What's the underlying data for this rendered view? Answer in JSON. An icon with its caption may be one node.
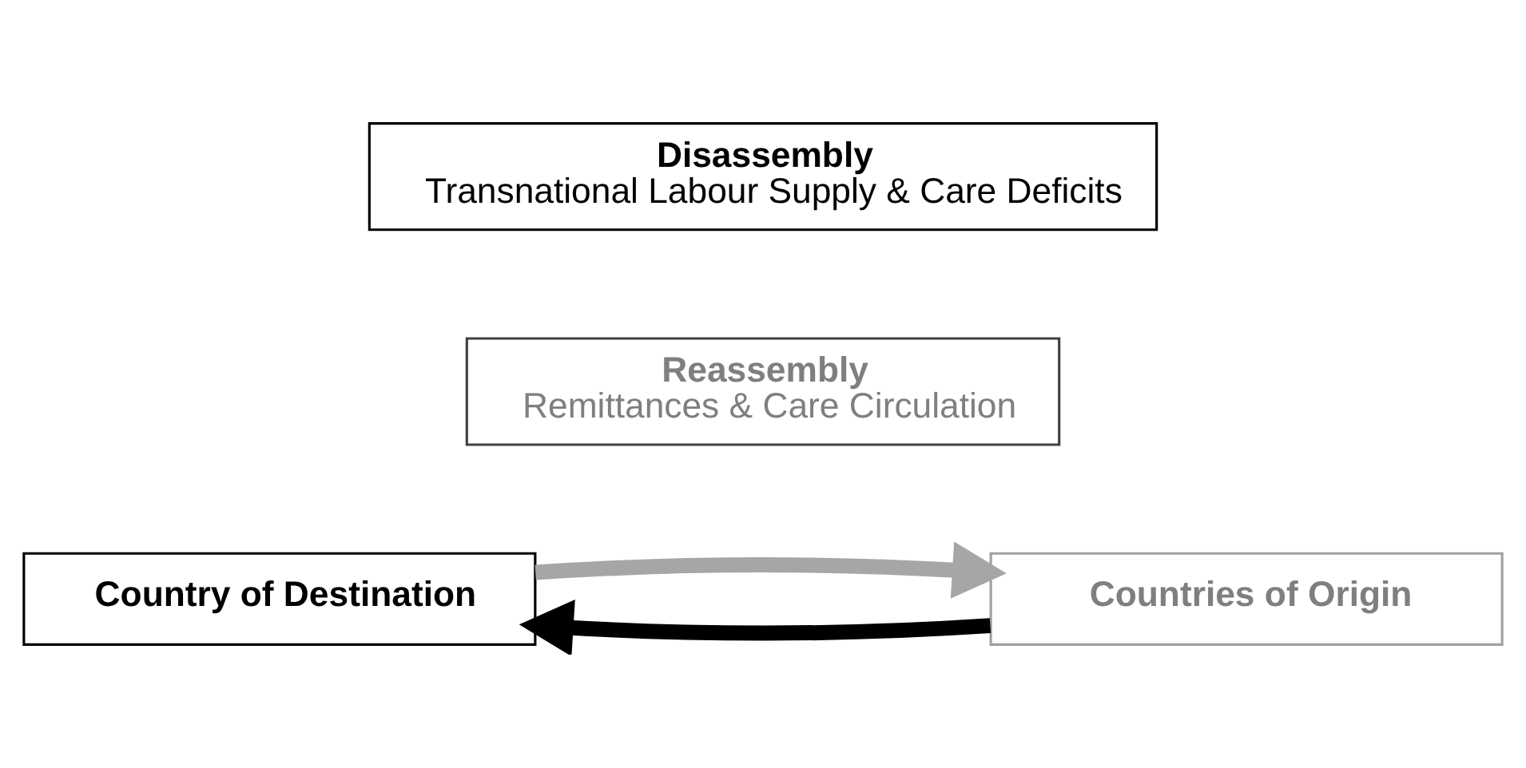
{
  "diagram": {
    "nodes": [
      {
        "text": [
          "Disassembly",
          "Transnational Labour Supply & Care Deficits"
        ]
      },
      {
        "text": [
          "Reassembly",
          "Remittances & Care Circulation"
        ]
      },
      {
        "text": [
          "Country of Destination"
        ]
      },
      {
        "text": [
          "Countries of Origin"
        ]
      }
    ],
    "edges": [
      {
        "from": 3,
        "to": 2,
        "arrow": "to"
      },
      {
        "from": 2,
        "to": 3,
        "arrow": "to",
        "color": "#a6a6a6"
      }
    ]
  }
}
